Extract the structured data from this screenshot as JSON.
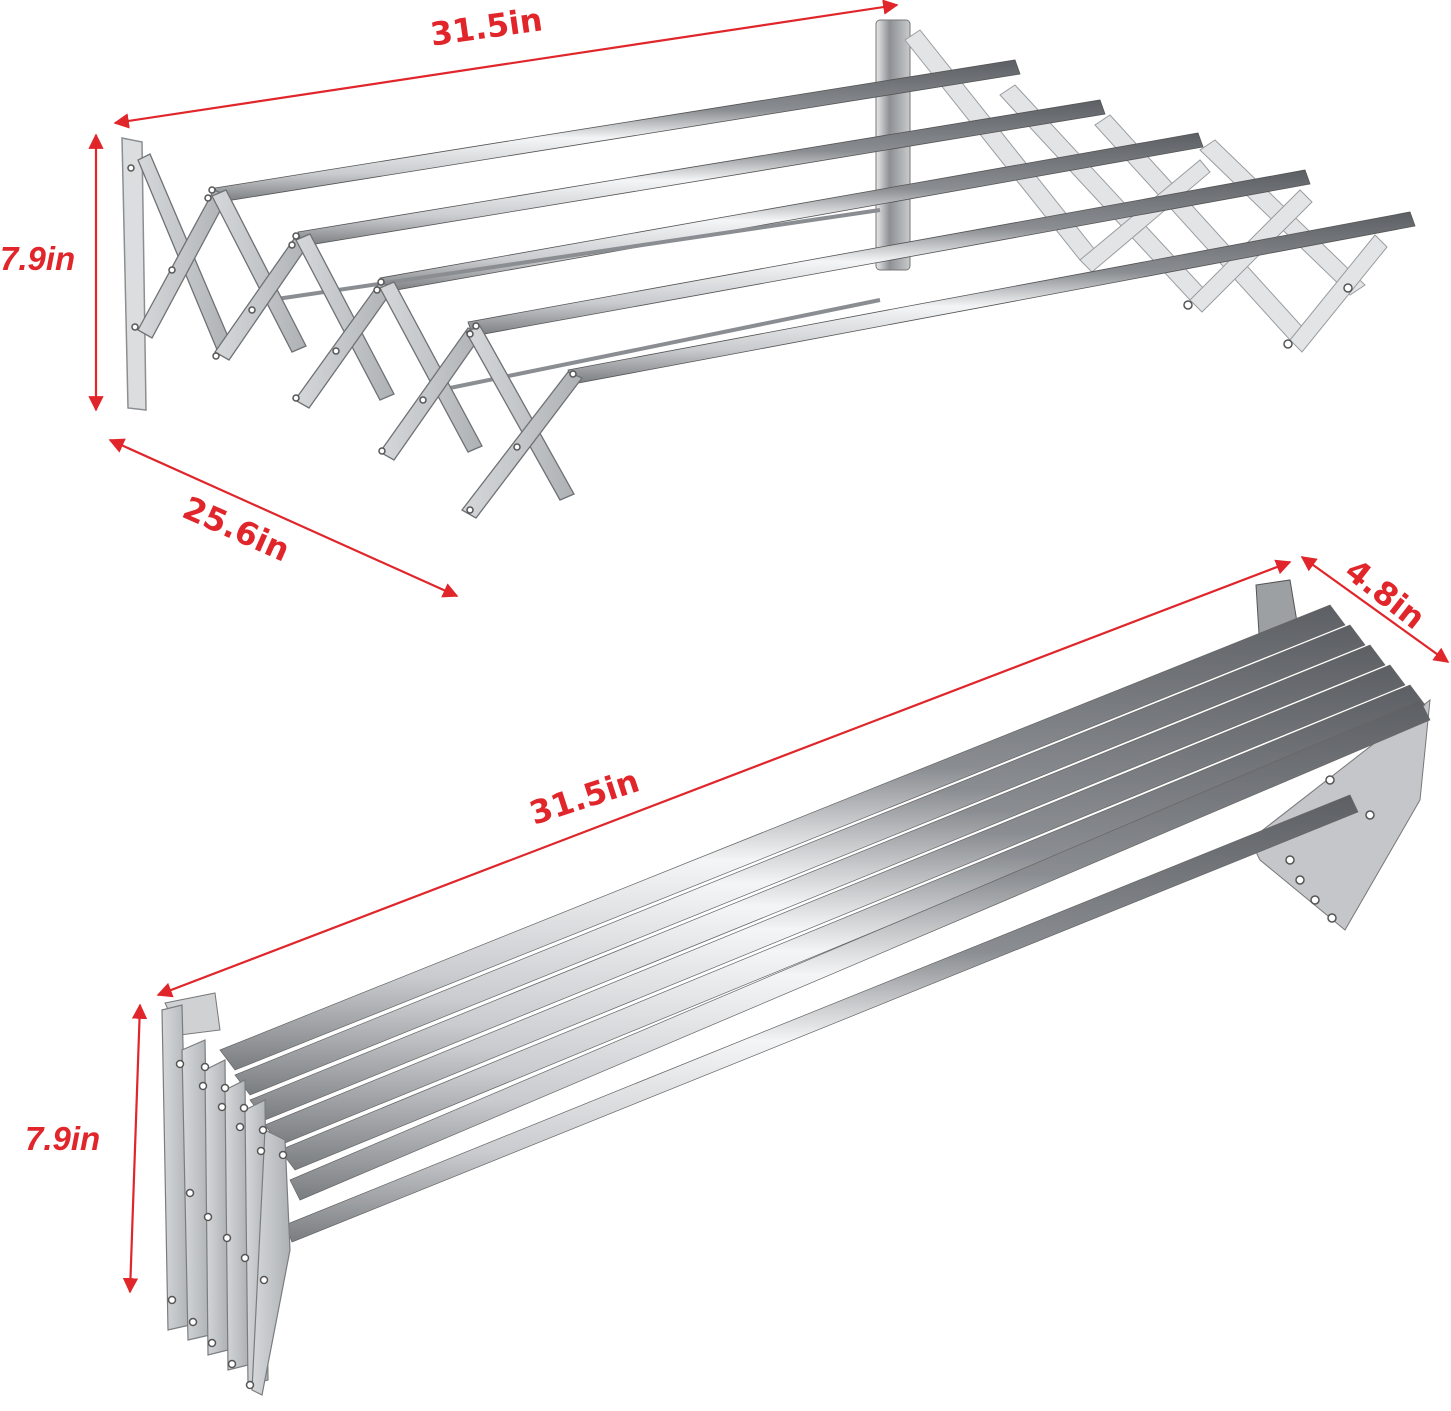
{
  "figure": {
    "title": "Wall-mounted expandable drying rack dimensions",
    "accent_color": "#e0262b",
    "metal_color": "#b9bcc0",
    "views": [
      {
        "name": "expanded-view",
        "dimensions": {
          "width": "31.5in",
          "height": "7.9in",
          "depth": "25.6in"
        },
        "rod_count": 5
      },
      {
        "name": "folded-view",
        "dimensions": {
          "width": "31.5in",
          "depth": "4.8in",
          "height": "7.9in"
        },
        "rod_count": 6
      }
    ]
  }
}
